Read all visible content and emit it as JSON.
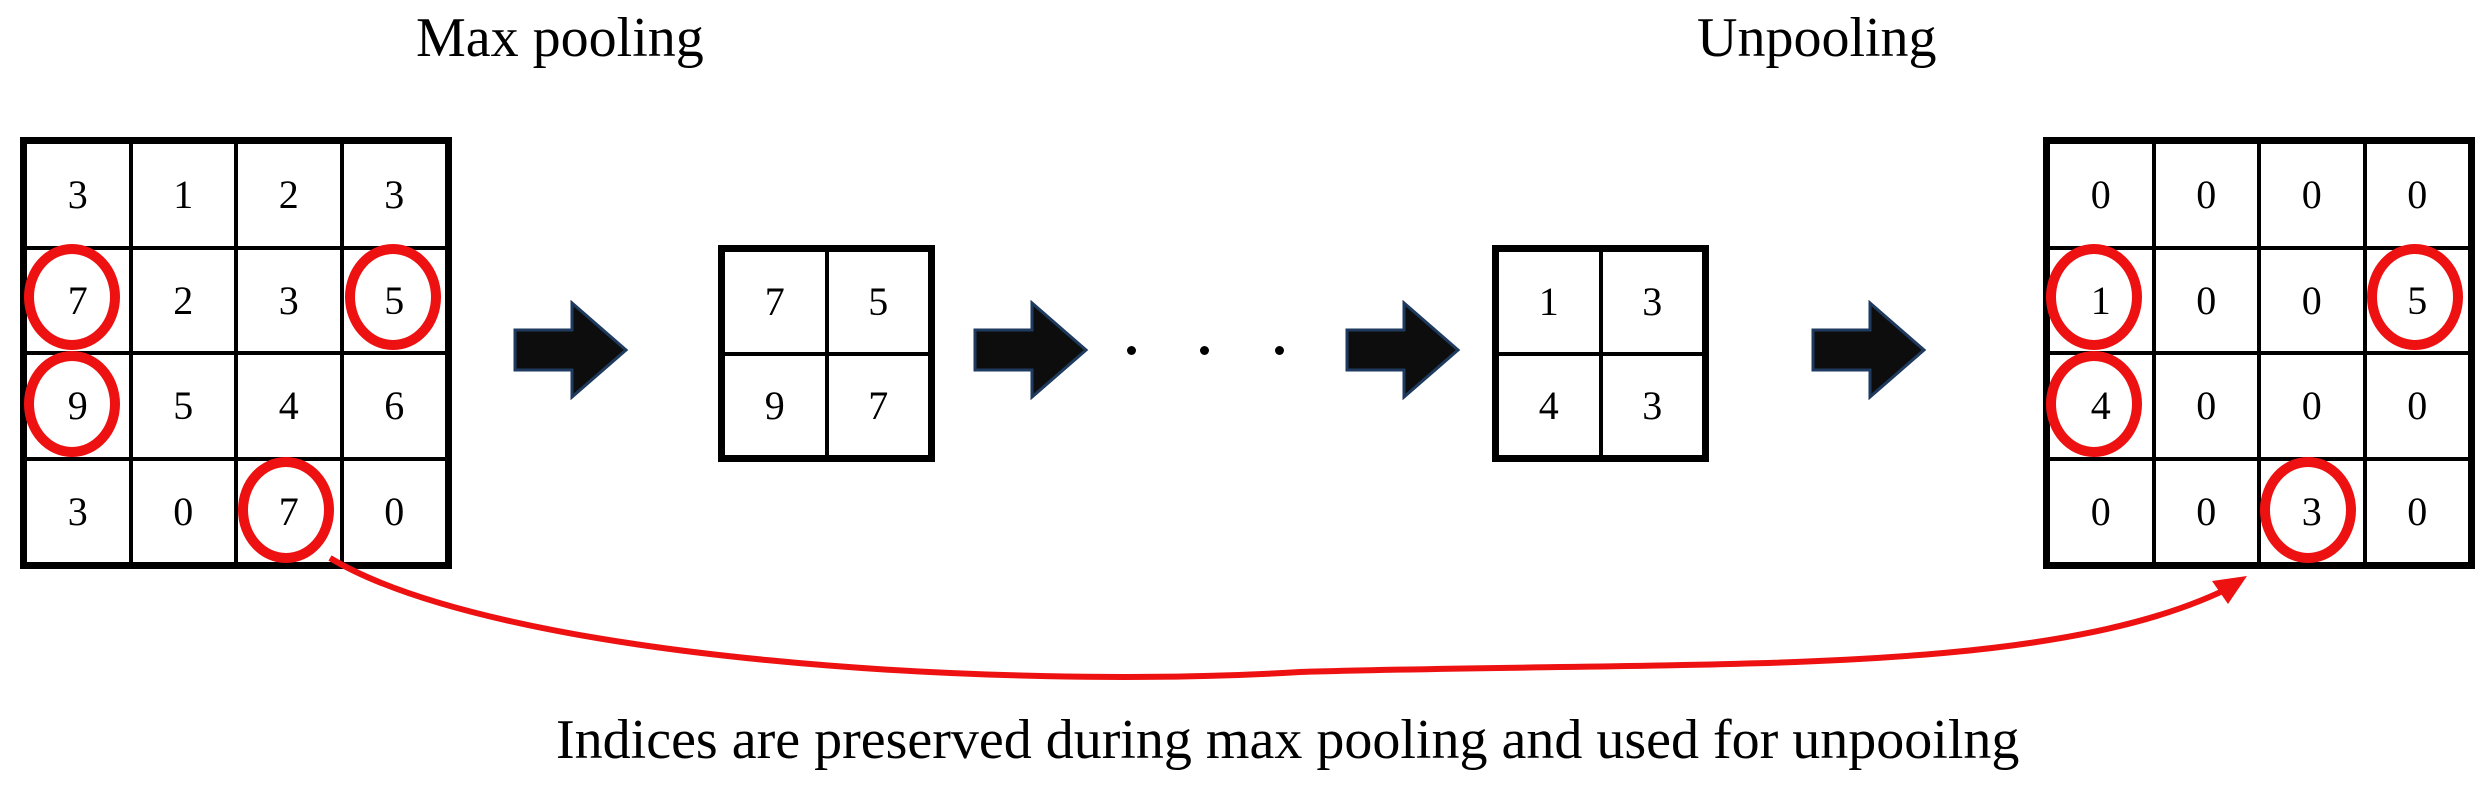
{
  "titles": {
    "left": "Max pooling",
    "right": "Unpooling"
  },
  "caption": "Indices are preserved during max pooling and used for unpooilng",
  "grids": {
    "input": [
      [
        "3",
        "1",
        "2",
        "3"
      ],
      [
        "7",
        "2",
        "3",
        "5"
      ],
      [
        "9",
        "5",
        "4",
        "6"
      ],
      [
        "3",
        "0",
        "7",
        "0"
      ]
    ],
    "pooled": [
      [
        "7",
        "5"
      ],
      [
        "9",
        "7"
      ]
    ],
    "before_unpool": [
      [
        "1",
        "3"
      ],
      [
        "4",
        "3"
      ]
    ],
    "output": [
      [
        "0",
        "0",
        "0",
        "0"
      ],
      [
        "1",
        "0",
        "0",
        "5"
      ],
      [
        "4",
        "0",
        "0",
        "0"
      ],
      [
        "0",
        "0",
        "3",
        "0"
      ]
    ]
  },
  "ellipsis": "· · ·",
  "highlight_indices": [
    [
      1,
      0
    ],
    [
      1,
      3
    ],
    [
      2,
      0
    ],
    [
      3,
      2
    ]
  ],
  "colors": {
    "highlight": "#ee1111",
    "arrow_fill": "#0d0d0d",
    "arrow_stroke": "#1f3a5f"
  }
}
